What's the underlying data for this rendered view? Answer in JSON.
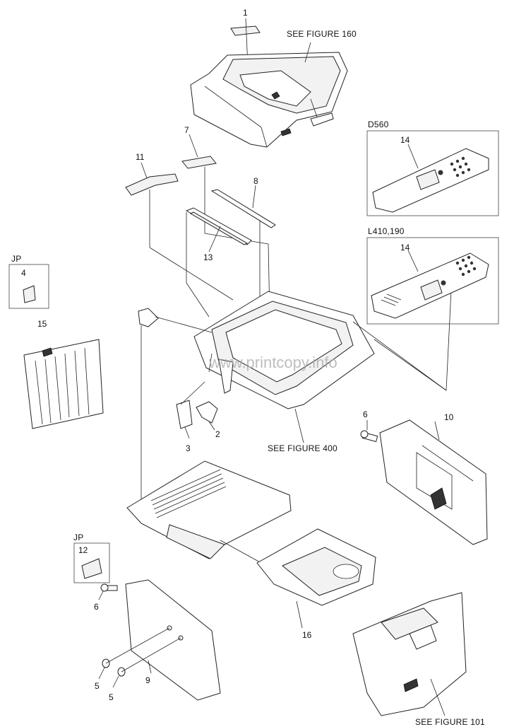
{
  "references": {
    "adf": "SEE FIGURE 160",
    "scanner": "SEE FIGURE 400",
    "right_cover": "SEE FIGURE 101"
  },
  "variants": {
    "d560": "D560",
    "l410": "L410,190",
    "jp_top": "JP",
    "jp_bottom": "JP"
  },
  "callouts": {
    "c1": "1",
    "c2": "2",
    "c3": "3",
    "c4": "4",
    "c5a": "5",
    "c5b": "5",
    "c6a": "6",
    "c6b": "6",
    "c7": "7",
    "c8": "8",
    "c9": "9",
    "c10": "10",
    "c11": "11",
    "c12": "12",
    "c13": "13",
    "c14a": "14",
    "c14b": "14",
    "c15": "15",
    "c16": "16"
  },
  "watermark": "www.printcopy.info"
}
